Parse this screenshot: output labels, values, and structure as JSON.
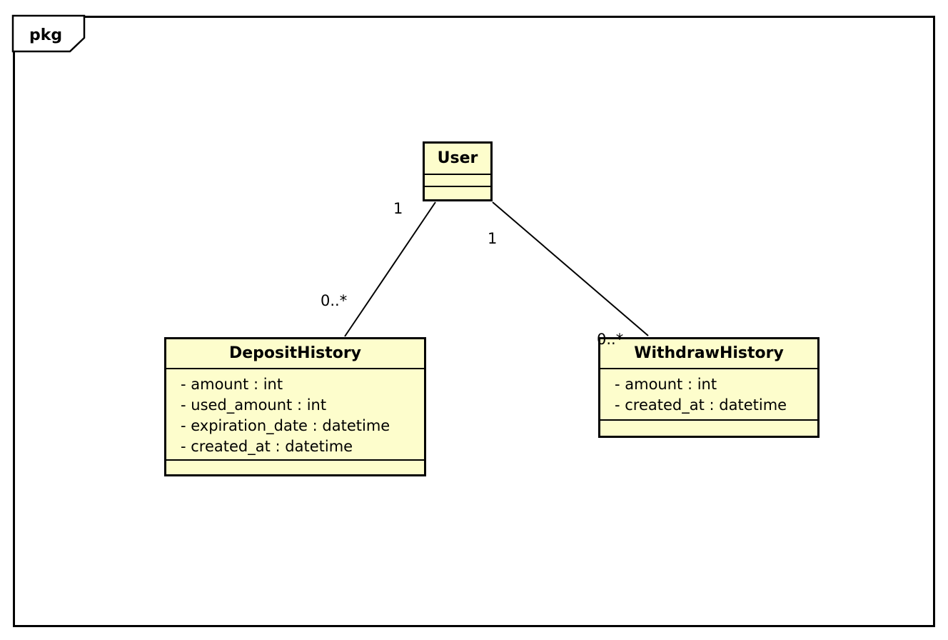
{
  "frame": {
    "tag_label": "pkg"
  },
  "colors": {
    "class_fill": "#fdfdcc",
    "line_color": "#000000",
    "background": "#ffffff"
  },
  "classes": [
    {
      "name": "User",
      "attributes": []
    },
    {
      "name": "DepositHistory",
      "attributes": [
        "- amount : int",
        "- used_amount : int",
        "- expiration_date : datetime",
        "- created_at : datetime"
      ]
    },
    {
      "name": "WithdrawHistory",
      "attributes": [
        "- amount : int",
        "- created_at : datetime"
      ]
    }
  ],
  "associations": [
    {
      "from": "User",
      "to": "DepositHistory",
      "from_label": "1",
      "to_label": "0..*"
    },
    {
      "from": "User",
      "to": "WithdrawHistory",
      "from_label": "1",
      "to_label": "0..*"
    }
  ]
}
